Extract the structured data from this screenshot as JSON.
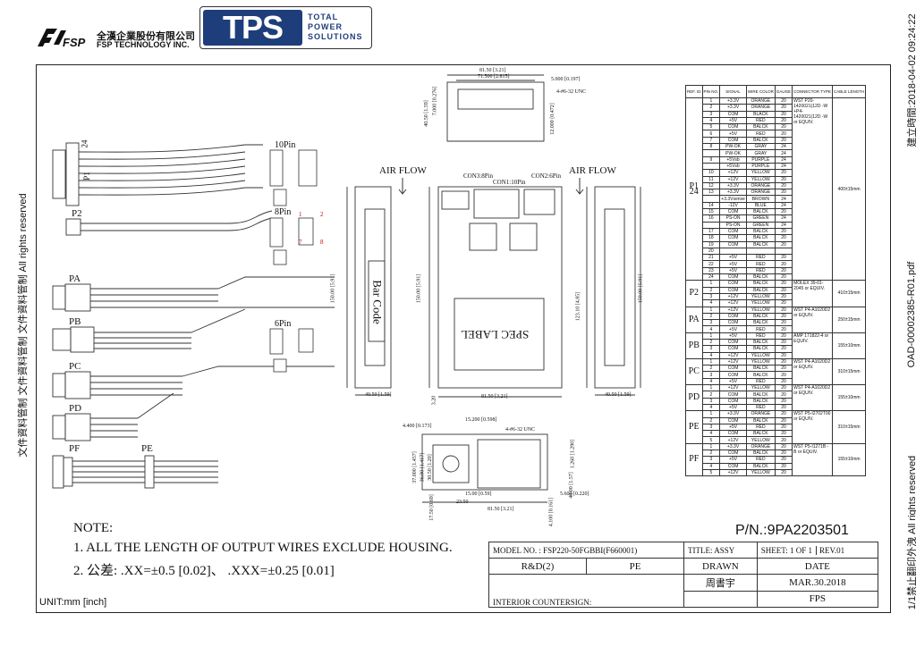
{
  "header": {
    "fsp_logo_text": "FSP",
    "company_cn": "全漢企業股份有限公司",
    "company_en": "FSP TECHNOLOGY INC.",
    "tps_logo_text": "TPS",
    "tps_lines": [
      "TOTAL",
      "POWER",
      "SOLUTIONS"
    ]
  },
  "side": {
    "left": "文件資料管制 文件資料管制 文件資料管制 All rights reserved",
    "right_top": "建立時間:2018-04-02 09:24:22",
    "right_mid": "OAD-00002385-R01.pdf",
    "right_bottom": "1/1禁止翻印外洩 All rights reserved"
  },
  "connectors": {
    "p1_label": "P1",
    "p1_pins": "24",
    "p2": "P2",
    "pa": "PA",
    "pb": "PB",
    "pc": "PC",
    "pd": "PD",
    "pf": "PF",
    "pe": "PE",
    "pin10": "10Pin",
    "pin8": "8Pin",
    "pin6": "6Pin"
  },
  "drawing": {
    "airflow": "AIR FLOW",
    "con3": "CON3:8Pin",
    "con1": "CON1:10Pin",
    "con2": "CON2:6Pin",
    "barcode": "Bar Code",
    "spec_label": "SPEC LABEL",
    "dim_8150": "81.50 [3.21]",
    "dim_71500": "71.500 [2.815]",
    "dim_5000": "5.000 [0.197]",
    "dim_screw": "4-#6-32 UNC",
    "dim_4050_top": "40.50 [1.59]",
    "dim_7000": "7.000 [0.276]",
    "dim_12000": "12.000 [0.472]",
    "dim_150_left": "150.00 [5.91]",
    "dim_150_mid": "150.00 [5.91]",
    "dim_150_right": "150.00 [5.91]",
    "dim_12310": "123.10 [4.85]",
    "dim_4050_left": "40.50 [1.59]",
    "dim_4050_right": "40.50 [1.59]",
    "dim_8150_bottom": "81.50 [3.21]",
    "dim_320": "3.20",
    "dim_4400": "4.400 [0.173]",
    "dim_15200": "15.200 [0.598]",
    "dim_screw2": "4-#6-32 UNC",
    "dim_1260": "1.260 [1.290]",
    "dim_37": "37.000 [1.457]",
    "dim_36": "36.00 [1.417]",
    "dim_30": "30.50 [1.20]",
    "dim_1750": "17.50 [0.69]",
    "dim_1500": "15.00 [0.59]",
    "dim_2350": "23.50",
    "dim_8150_b2": "81.50 [3.21]",
    "dim_5600": "5.600 [0.220]",
    "dim_4100": "4.100 [0.161]",
    "dim_40": "40.00 [1.57]",
    "dim_pin1": "1",
    "dim_pin2": "2",
    "dim_pin7": "7",
    "dim_pin8": "8"
  },
  "notes": {
    "title": "NOTE:",
    "line1": "1. ALL THE LENGTH OF OUTPUT WIRES EXCLUDE HOUSING.",
    "line2": "2. 公差: .XX=±0.5 [0.02]、 .XXX=±0.25 [0.01]",
    "unit": "UNIT:mm [inch]"
  },
  "part_number": "P/N.:9PA2203501",
  "title_block": {
    "model_label": "MODEL NO. :",
    "model_value": "FSP220-50FGBBI(F660001)",
    "title_label": "TITLE: ASSY",
    "sheet": "SHEET: 1 OF 1",
    "rev": "REV.01",
    "rd": "R&D(2)",
    "pe": "PE",
    "drawn": "DRAWN",
    "date": "DATE",
    "drawn_by": "周書宇",
    "date_value": "MAR.30.2018",
    "interior": "INTERIOR COUNTERSIGN:",
    "fps": "FPS"
  },
  "pin_table": {
    "headers": [
      "REF. ID",
      "PIN NO.",
      "SIGNAL",
      "WIRE COLOR",
      "GAUGE",
      "CONNECTOR TYPE",
      "CABLE LENGTH"
    ],
    "groups": [
      {
        "ref": "P1\n24",
        "conn": "WST P20-1420021(12D -W +P4- 1420021(12D -W or EQUIV.",
        "len": "400±15mm",
        "rows": [
          [
            "1",
            "+3.3V",
            "ORANGE",
            "20"
          ],
          [
            "2",
            "+3.3V",
            "ORANGE",
            "20"
          ],
          [
            "3",
            "COM",
            "BLACK",
            "20"
          ],
          [
            "4",
            "+5V",
            "RED",
            "20"
          ],
          [
            "5",
            "COM",
            "BALCK",
            "20"
          ],
          [
            "6",
            "+5V",
            "RED",
            "20"
          ],
          [
            "7",
            "COM",
            "BALCK",
            "20"
          ],
          [
            "8",
            "PW-OK",
            "GRAY",
            "24"
          ],
          [
            "",
            "PW-OK",
            "GRAY",
            "24"
          ],
          [
            "9",
            "+5Vsb",
            "PURPLE",
            "24"
          ],
          [
            "",
            "+5Vsb",
            "PURPLE",
            "24"
          ],
          [
            "10",
            "+12V",
            "YELLOW",
            "20"
          ],
          [
            "11",
            "+12V",
            "YELLOW",
            "20"
          ],
          [
            "12",
            "+3.3V",
            "ORANGE",
            "20"
          ],
          [
            "13",
            "+3.3V",
            "ORANGE",
            "20"
          ],
          [
            "",
            "+3.3Vsense",
            "BROWN",
            "24"
          ],
          [
            "14",
            "-12V",
            "BLUE",
            "24"
          ],
          [
            "15",
            "COM",
            "BALCK",
            "20"
          ],
          [
            "16",
            "PS-ON",
            "GREEN",
            "24"
          ],
          [
            "",
            "PS-ON",
            "GREEN",
            "24"
          ],
          [
            "17",
            "COM",
            "BALCK",
            "20"
          ],
          [
            "18",
            "COM",
            "BALCK",
            "20"
          ],
          [
            "19",
            "COM",
            "BALCK",
            "20"
          ],
          [
            "20",
            "",
            "",
            ""
          ],
          [
            "21",
            "+5V",
            "RED",
            "20"
          ],
          [
            "22",
            "+5V",
            "RED",
            "20"
          ],
          [
            "23",
            "+5V",
            "RED",
            "20"
          ],
          [
            "24",
            "COM",
            "BALCK",
            "20"
          ]
        ]
      },
      {
        "ref": "P2",
        "conn": "MOLEX 39-01- 2045 or EQUIV.",
        "len": "410±15mm",
        "rows": [
          [
            "1",
            "COM",
            "BALCK",
            "20"
          ],
          [
            "2",
            "COM",
            "BALCK",
            "20"
          ],
          [
            "3",
            "+12V",
            "YELLOW",
            "20"
          ],
          [
            "4",
            "+12V",
            "YELLOW",
            "20"
          ]
        ]
      },
      {
        "ref": "PA",
        "conn": "WST P4-A1020D2 or EQUIV.",
        "len": "250±15mm",
        "rows": [
          [
            "1",
            "+12V",
            "YELLOW",
            "20"
          ],
          [
            "2",
            "COM",
            "BALCK",
            "20"
          ],
          [
            "3",
            "COM",
            "BALCK",
            "20"
          ],
          [
            "4",
            "+5V",
            "RED",
            "20"
          ]
        ]
      },
      {
        "ref": "PB",
        "conn": "AMP 171822-4 or EQUIV.",
        "len": "155±10mm",
        "rows": [
          [
            "1",
            "+5V",
            "RED",
            "20"
          ],
          [
            "2",
            "COM",
            "BALCK",
            "20"
          ],
          [
            "3",
            "COM",
            "BALCK",
            "20"
          ],
          [
            "4",
            "+12V",
            "YELLOW",
            "20"
          ]
        ]
      },
      {
        "ref": "PC",
        "conn": "WST P4-A1020D2 or EQUIV.",
        "len": "310±15mm",
        "rows": [
          [
            "1",
            "+12V",
            "YELLOW",
            "20"
          ],
          [
            "2",
            "COM",
            "BALCK",
            "20"
          ],
          [
            "3",
            "COM",
            "BALCK",
            "20"
          ],
          [
            "4",
            "+5V",
            "RED",
            "20"
          ]
        ]
      },
      {
        "ref": "PD",
        "conn": "WST P4-A1020D2 or EQUIV.",
        "len": "155±10mm",
        "rows": [
          [
            "1",
            "+12V",
            "YELLOW",
            "20"
          ],
          [
            "2",
            "COM",
            "BALCK",
            "20"
          ],
          [
            "3",
            "COM",
            "BALCK",
            "20"
          ],
          [
            "4",
            "+5V",
            "RED",
            "20"
          ]
        ]
      },
      {
        "ref": "PE",
        "conn": "WST P5-I2702T00 or EQUIV.",
        "len": "310±15mm",
        "rows": [
          [
            "1",
            "+3.3V",
            "ORANGE",
            "20"
          ],
          [
            "2",
            "COM",
            "BALCK",
            "20"
          ],
          [
            "3",
            "+5V",
            "RED",
            "20"
          ],
          [
            "4",
            "COM",
            "BALCK",
            "20"
          ],
          [
            "5",
            "+12V",
            "YELLOW",
            "20"
          ]
        ]
      },
      {
        "ref": "PF",
        "conn": "WST P5-I1271B -B or EQUIV.",
        "len": "155±10mm",
        "rows": [
          [
            "1",
            "+3.3V",
            "ORANGE",
            "20"
          ],
          [
            "2",
            "COM",
            "BALCK",
            "20"
          ],
          [
            "3",
            "+5V",
            "RED",
            "20"
          ],
          [
            "4",
            "COM",
            "BALCK",
            "20"
          ],
          [
            "5",
            "+12V",
            "YELLOW",
            "20"
          ]
        ]
      }
    ]
  }
}
